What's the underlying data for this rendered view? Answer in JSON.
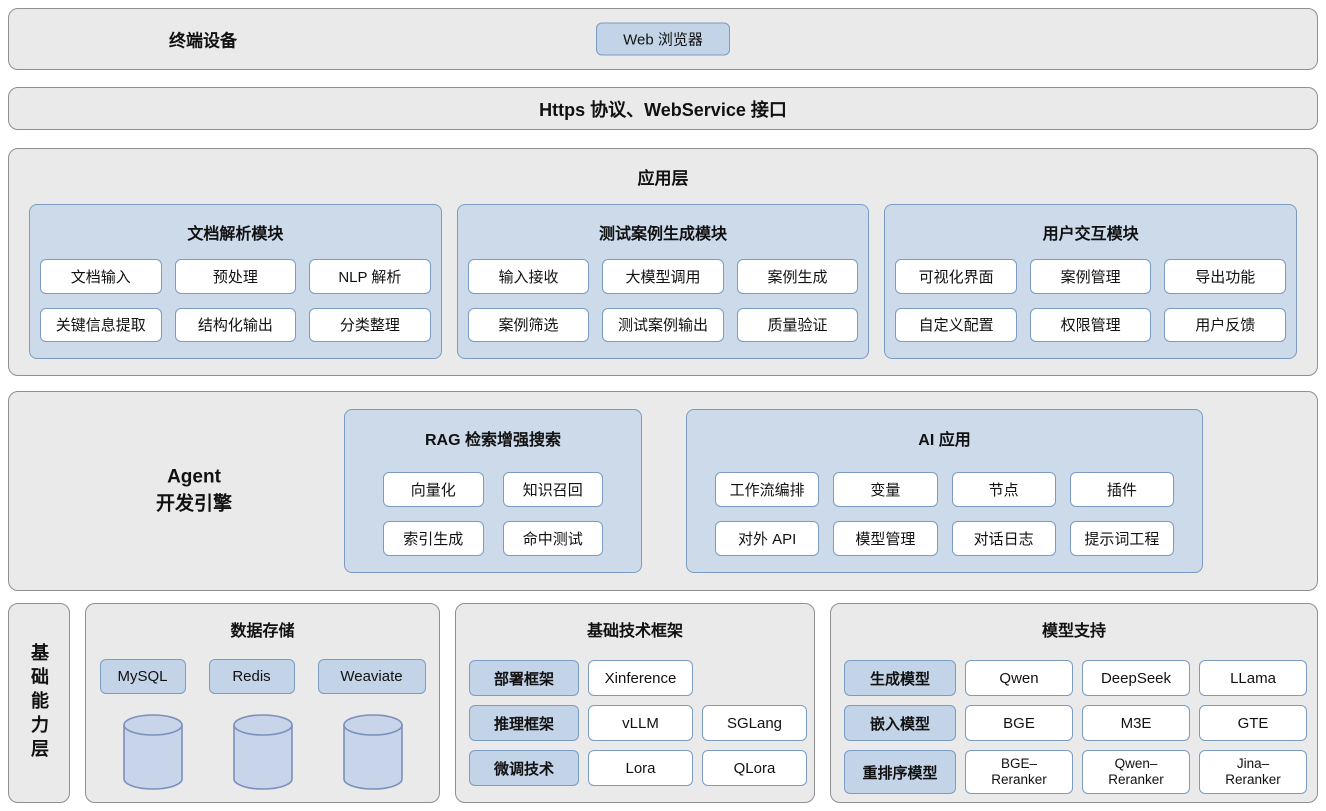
{
  "terminal": {
    "title": "终端设备",
    "browser": "Web 浏览器"
  },
  "protocol": {
    "title": "Https 协议、WebService 接口"
  },
  "application": {
    "title": "应用层",
    "modules": [
      {
        "title": "文档解析模块",
        "items": [
          "文档输入",
          "预处理",
          "NLP 解析",
          "关键信息提取",
          "结构化输出",
          "分类整理"
        ]
      },
      {
        "title": "测试案例生成模块",
        "items": [
          "输入接收",
          "大模型调用",
          "案例生成",
          "案例筛选",
          "测试案例输出",
          "质量验证"
        ]
      },
      {
        "title": "用户交互模块",
        "items": [
          "可视化界面",
          "案例管理",
          "导出功能",
          "自定义配置",
          "权限管理",
          "用户反馈"
        ]
      }
    ]
  },
  "agent": {
    "title_line1": "Agent",
    "title_line2": "开发引擎",
    "rag": {
      "title": "RAG 检索增强搜索",
      "items": [
        "向量化",
        "知识召回",
        "索引生成",
        "命中测试"
      ]
    },
    "ai": {
      "title": "AI 应用",
      "items": [
        "工作流编排",
        "变量",
        "节点",
        "插件",
        "对外 API",
        "模型管理",
        "对话日志",
        "提示词工程"
      ]
    }
  },
  "foundation": {
    "side_label": "基础能力层",
    "storage": {
      "title": "数据存储",
      "stores": [
        "MySQL",
        "Redis",
        "Weaviate"
      ]
    },
    "tech": {
      "title": "基础技术框架",
      "rows": [
        {
          "label": "部署框架",
          "items": [
            "Xinference"
          ]
        },
        {
          "label": "推理框架",
          "items": [
            "vLLM",
            "SGLang"
          ]
        },
        {
          "label": "微调技术",
          "items": [
            "Lora",
            "QLora"
          ]
        }
      ]
    },
    "models": {
      "title": "模型支持",
      "rows": [
        {
          "label": "生成模型",
          "items": [
            "Qwen",
            "DeepSeek",
            "LLama"
          ]
        },
        {
          "label": "嵌入模型",
          "items": [
            "BGE",
            "M3E",
            "GTE"
          ]
        },
        {
          "label": "重排序模型",
          "items": [
            "BGE–\nReranker",
            "Qwen–\nReranker",
            "Jina–\nReranker"
          ]
        }
      ]
    }
  },
  "colors": {
    "layer_bg": "#eaeaea",
    "layer_border": "#8f8f8f",
    "module_bg": "#ccdaea",
    "blue_item_bg": "#c4d4e8",
    "blue_border": "#7b9cc2",
    "item_bg": "#ffffff"
  }
}
